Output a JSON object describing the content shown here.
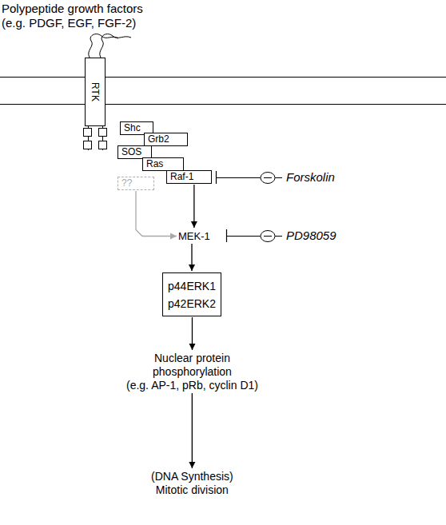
{
  "diagram": {
    "nodes": [
      {
        "text": [
          "RTK"
        ]
      },
      {
        "text": [
          "Shc"
        ]
      },
      {
        "text": [
          "Grb2"
        ]
      },
      {
        "text": [
          "SOS"
        ]
      },
      {
        "text": [
          "Ras"
        ]
      },
      {
        "text": [
          "Raf-1"
        ]
      },
      {
        "text": [
          "??"
        ]
      },
      {
        "text": [
          "MEK-1"
        ]
      },
      {
        "text": [
          "p44ERK1",
          "p42ERK2"
        ]
      },
      {
        "text": [
          "Nuclear protein phosphorylation",
          "(e.g. AP-1, pRb, cyclin D1)"
        ]
      },
      {
        "text": [
          "(DNA Synthesis)",
          "Mitotic division"
        ]
      }
    ],
    "edges": [
      {
        "from": 5,
        "to": 7,
        "arrow": "to"
      },
      {
        "from": 6,
        "to": 7,
        "arrow": "to"
      },
      {
        "from": 7,
        "to": 8,
        "arrow": "to"
      },
      {
        "from": 8,
        "to": 9,
        "arrow": "to"
      },
      {
        "from": 9,
        "to": 10,
        "arrow": "to"
      }
    ],
    "labels": [
      "Polypeptide growth factors",
      "(e.g. PDGF, EGF, FGF-2)",
      "Forskolin",
      "PD98059"
    ]
  }
}
